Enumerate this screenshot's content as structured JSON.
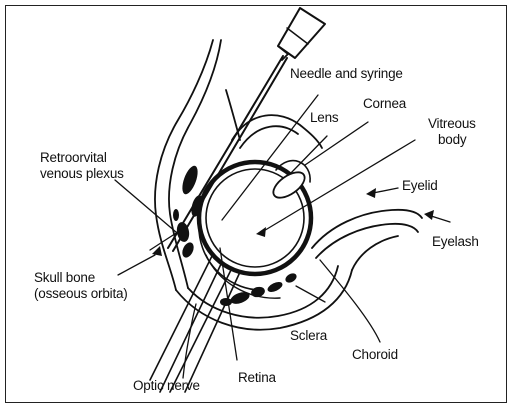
{
  "labels": {
    "needle_and_syringe": "Needle and syringe",
    "lens": "Lens",
    "cornea": "Cornea",
    "vitreous_body_line1": "Vitreous",
    "vitreous_body_line2": "body",
    "retroorbital_line1": "Retroorvital",
    "retroorbital_line2": "venous plexus",
    "eyelid": "Eyelid",
    "eyelash": "Eyelash",
    "skull_bone_line1": "Skull bone",
    "skull_bone_line2": "(osseous orbita)",
    "sclera": "Sclera",
    "choroid": "Choroid",
    "retina": "Retina",
    "optic_nerve": "Optic nerve"
  }
}
